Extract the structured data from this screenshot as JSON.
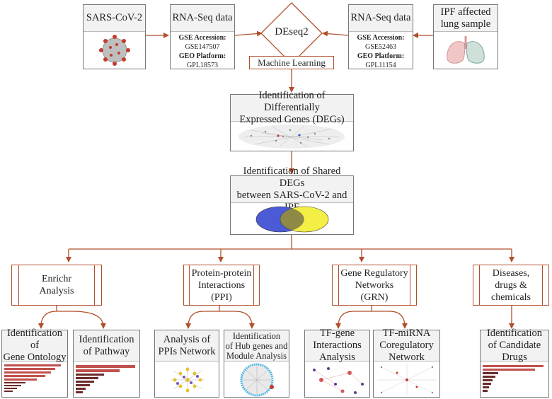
{
  "top": {
    "sars": "SARS-CoV-2",
    "rna_left": {
      "title": "RNA-Seq data",
      "acc_label": "GSE Accession",
      "acc": "GSE147507",
      "plat_label": "GEO Platform:",
      "plat": "GPL18573"
    },
    "deseq": "DEseq2",
    "ml": "Machine Learning",
    "rna_right": {
      "title": "RNA-Seq data",
      "acc_label": "GSE Accession",
      "acc": "GSE52463",
      "plat_label": "GEO Platform:",
      "plat": "GPL11154"
    },
    "ipf_line1": "IPF affected",
    "ipf_line2": "lung sample"
  },
  "degs": {
    "line1": "Identification of Differentially",
    "line2": "Expressed Genes (DEGs)"
  },
  "shared": {
    "line1": "Identification of Shared DEGs",
    "line2": "between SARS-CoV-2 and IPF"
  },
  "branches": {
    "enrichr": {
      "line1": "Enrichr",
      "line2": "Analysis"
    },
    "ppi": {
      "line1": "Protein-protein",
      "line2": "Interactions",
      "line3": "(PPI)"
    },
    "grn": {
      "line1": "Gene Regulatory",
      "line2": "Networks",
      "line3": "(GRN)"
    },
    "ddc": {
      "line1": "Diseases,",
      "line2": "drugs &",
      "line3": "chemicals"
    }
  },
  "leaves": {
    "go": {
      "line1": "Identification of",
      "line2": "Gene Ontology"
    },
    "pathway": {
      "line1": "Identification",
      "line2": "of Pathway"
    },
    "ppin": {
      "line1": "Analysis of",
      "line2": "PPIs Network"
    },
    "hub": {
      "line1": "Identification",
      "line2": "of Hub genes and",
      "line3": "Module Analysis"
    },
    "tfgene": {
      "line1": "TF-gene",
      "line2": "Interactions",
      "line3": "Analysis"
    },
    "tfmirna": {
      "line1": "TF-miRNA",
      "line2": "Coregulatory",
      "line3": "Network"
    },
    "drugs": {
      "line1": "Identification",
      "line2": "of Candidate",
      "line3": "Drugs"
    }
  },
  "colors": {
    "arrow": "#b0502a",
    "bar": "#c0504d",
    "bar_dark": "#6b2a2a",
    "venn_left": "#4b5bd6",
    "venn_right": "#f4ef45"
  }
}
